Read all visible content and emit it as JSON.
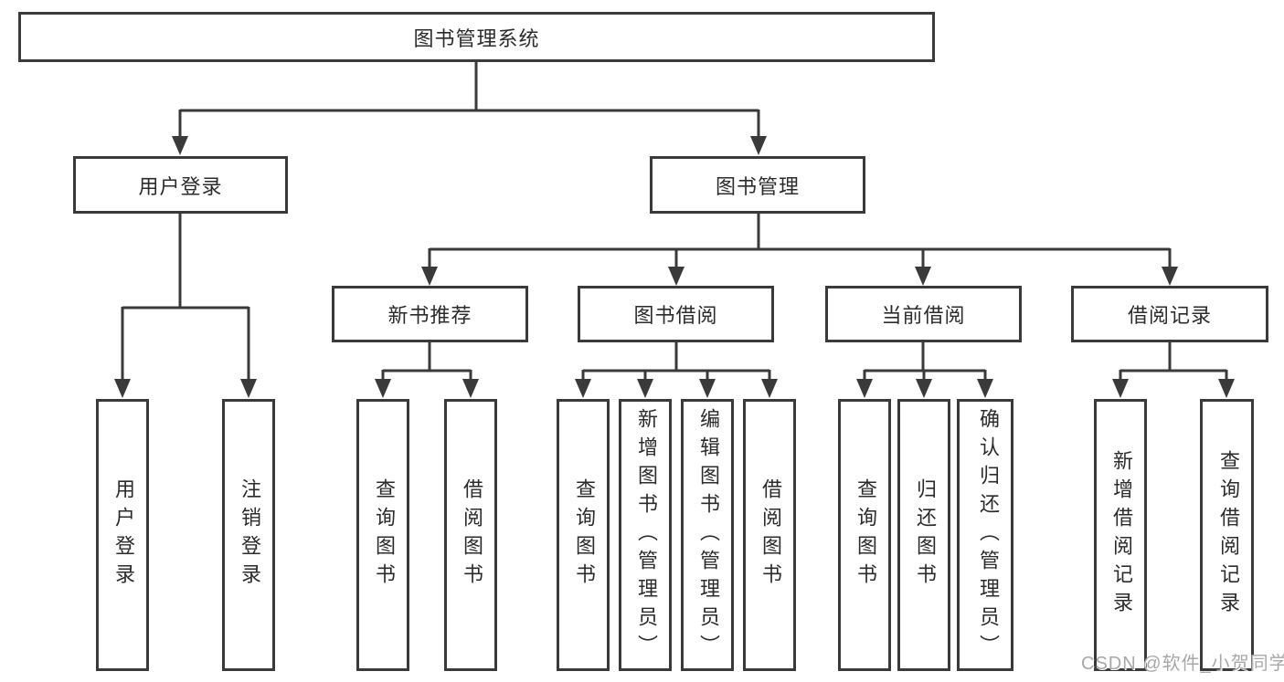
{
  "tree": {
    "label": "图书管理系统",
    "children": [
      {
        "label": "用户登录",
        "children": [
          {
            "label": "用户登录"
          },
          {
            "label": "注销登录"
          }
        ]
      },
      {
        "label": "图书管理",
        "children": [
          {
            "label": "新书推荐",
            "children": [
              {
                "label": "查询图书"
              },
              {
                "label": "借阅图书"
              }
            ]
          },
          {
            "label": "图书借阅",
            "children": [
              {
                "label": "查询图书"
              },
              {
                "label": "新增图书（管理员）"
              },
              {
                "label": "编辑图书（管理员）"
              },
              {
                "label": "借阅图书"
              }
            ]
          },
          {
            "label": "当前借阅",
            "children": [
              {
                "label": "查询图书"
              },
              {
                "label": "归还图书"
              },
              {
                "label": "确认归还（管理员）"
              }
            ]
          },
          {
            "label": "借阅记录",
            "children": [
              {
                "label": "新增借阅记录"
              },
              {
                "label": "查询借阅记录"
              }
            ]
          }
        ]
      }
    ]
  },
  "watermark": {
    "label": "CSDN @软件_小贺同学"
  },
  "colors": {
    "line": "#3a3a3a",
    "box_border": "#3a3a3a",
    "text": "#2b2b2b",
    "watermark": "#a8a8a8",
    "background": "#ffffff"
  }
}
